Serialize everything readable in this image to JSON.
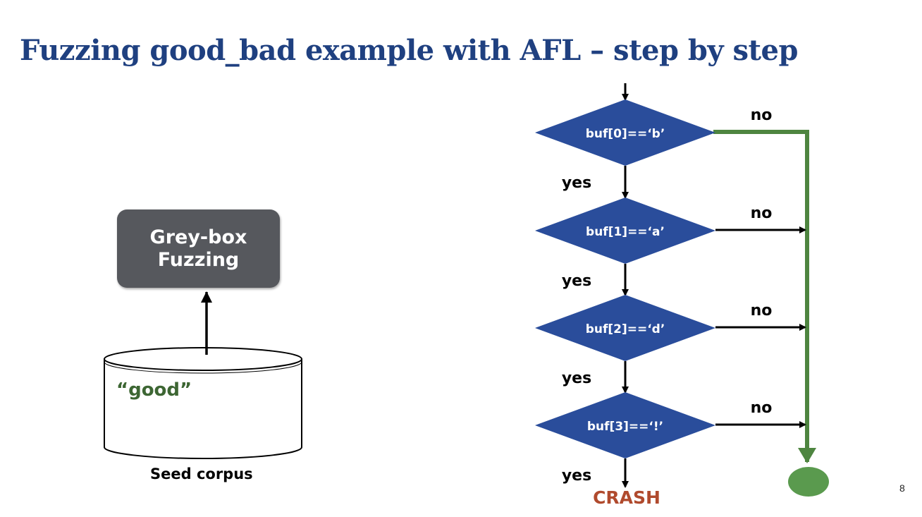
{
  "slide": {
    "title": "Fuzzing good_bad example with AFL – step by step",
    "page_number": "8"
  },
  "left": {
    "fuzzer_box": {
      "line1": "Grey-box",
      "line2": "Fuzzing"
    },
    "seed_corpus": {
      "content": "“good”",
      "label": "Seed corpus"
    }
  },
  "flowchart": {
    "decisions": [
      {
        "label": "buf[0]==‘b’",
        "no_label": "no",
        "yes_label": "yes"
      },
      {
        "label": "buf[1]==‘a’",
        "no_label": "no",
        "yes_label": "yes"
      },
      {
        "label": "buf[2]==‘d’",
        "no_label": "no",
        "yes_label": "yes"
      },
      {
        "label": "buf[3]==‘!’",
        "no_label": "no",
        "yes_label": "yes"
      }
    ],
    "crash_label": "CRASH",
    "highlighted_path": "buf[0] no-branch",
    "colors": {
      "diamond": "#2a4d9b",
      "highlight_path": "#4e8540",
      "end_node": "#5a9a4e",
      "crash": "#b04a2d",
      "title": "#1f4080"
    }
  }
}
